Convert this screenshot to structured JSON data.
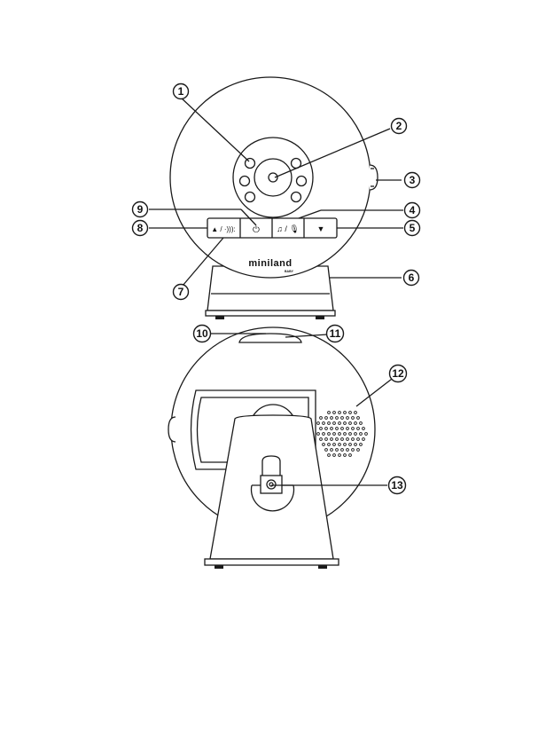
{
  "brand": {
    "logo": "miniland",
    "sub": "BABY"
  },
  "buttons": {
    "up_vox": "▲ / ·))):",
    "power": "⏻",
    "music_talk": "♫ / 🎙",
    "down": "▼"
  },
  "callouts": [
    "1",
    "2",
    "3",
    "4",
    "5",
    "6",
    "7",
    "8",
    "9",
    "10",
    "11",
    "12",
    "13"
  ],
  "colors": {
    "line": "#1a1a1a",
    "background": "#ffffff"
  }
}
